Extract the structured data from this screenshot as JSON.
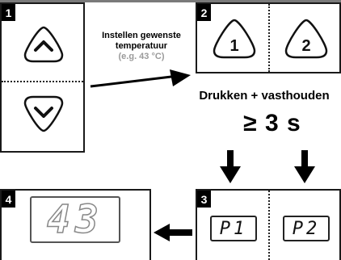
{
  "steps": {
    "step1": {
      "number": "1"
    },
    "step2": {
      "number": "2",
      "left_button": "1",
      "right_button": "2"
    },
    "step3": {
      "number": "3",
      "left_display": "P1",
      "right_display": "P2"
    },
    "step4": {
      "number": "4",
      "display": "43"
    }
  },
  "captions": {
    "set_temp_line1": "Instellen gewenste",
    "set_temp_line2": "temperatuur",
    "set_temp_example": "(e.g. 43 °C)",
    "press_hold": "Drukken + vasthouden",
    "duration": "≥ 3 s"
  },
  "icons": {
    "up_button": "chevron-up-icon",
    "down_button": "chevron-down-icon",
    "arrows": "arrow-icon"
  },
  "colors": {
    "ink": "#1a1a1a",
    "muted_text": "#9a9a9a",
    "display_digits": "#888888"
  }
}
